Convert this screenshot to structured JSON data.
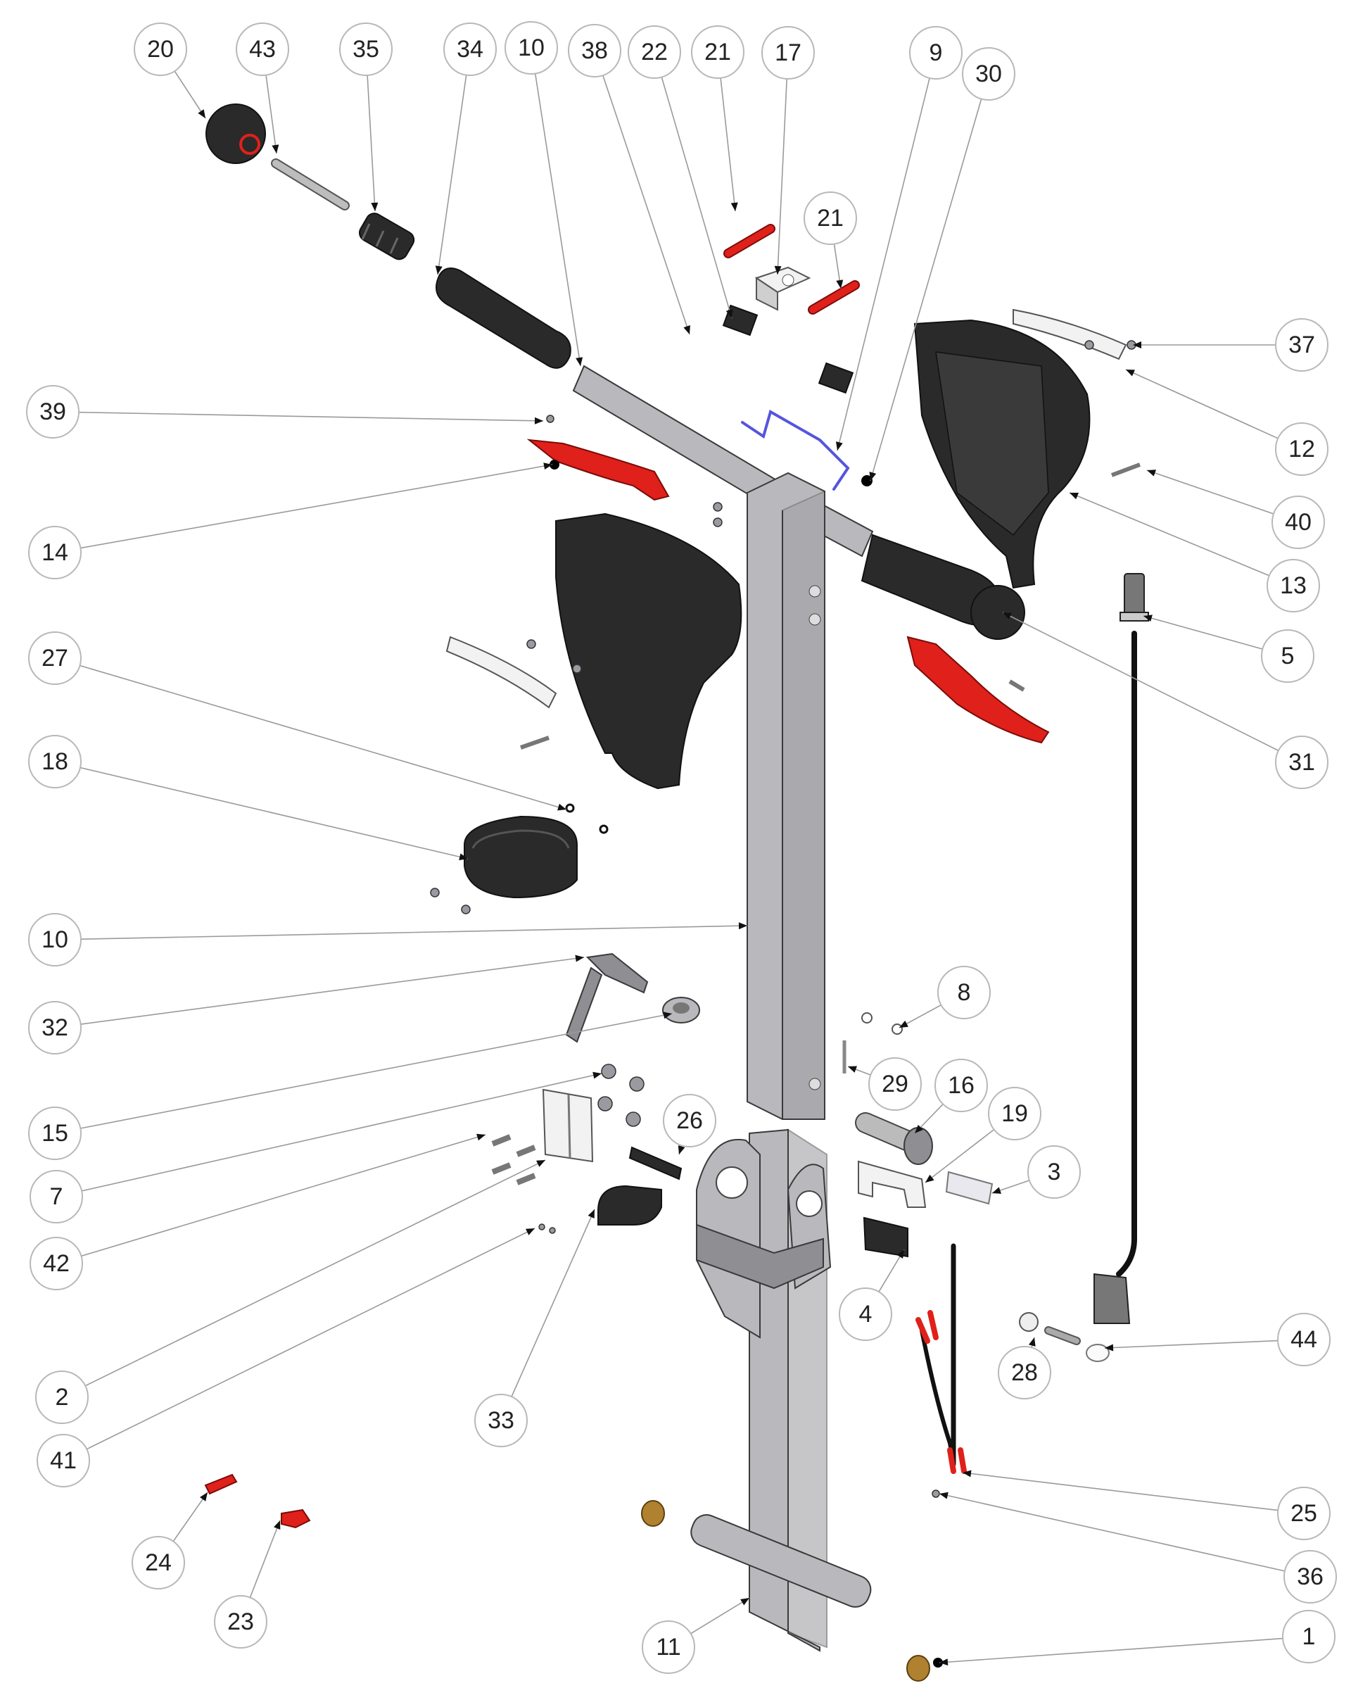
{
  "callouts": [
    {
      "label": "20",
      "target": "handle-knob-top"
    },
    {
      "label": "43",
      "target": "handle-rod"
    },
    {
      "label": "35",
      "target": "grip-spring"
    },
    {
      "label": "34",
      "target": "handle-grip-left"
    },
    {
      "label": "10",
      "target": "column-tube-top"
    },
    {
      "label": "38",
      "target": "switch-screws"
    },
    {
      "label": "22",
      "target": "microswitch"
    },
    {
      "label": "21",
      "target": "red-pin-left"
    },
    {
      "label": "17",
      "target": "switch-bracket"
    },
    {
      "label": "21",
      "target": "red-pin-right"
    },
    {
      "label": "9",
      "target": "wire-spring"
    },
    {
      "label": "30",
      "target": "ball-detent"
    },
    {
      "label": "37",
      "target": "cover-screw-top"
    },
    {
      "label": "39",
      "target": "lever-screw"
    },
    {
      "label": "12",
      "target": "trim-strip-right"
    },
    {
      "label": "40",
      "target": "cover-screw-side"
    },
    {
      "label": "14",
      "target": "brake-lever-left"
    },
    {
      "label": "13",
      "target": "handle-cover-right"
    },
    {
      "label": "5",
      "target": "proximity-sensor"
    },
    {
      "label": "27",
      "target": "o-rings"
    },
    {
      "label": "31",
      "target": "handle-knob-right"
    },
    {
      "label": "18",
      "target": "strap-clamp"
    },
    {
      "label": "10",
      "target": "column-tube"
    },
    {
      "label": "8",
      "target": "washers"
    },
    {
      "label": "32",
      "target": "clamp-lever"
    },
    {
      "label": "29",
      "target": "dowel-pin"
    },
    {
      "label": "16",
      "target": "pivot-pin"
    },
    {
      "label": "15",
      "target": "flange-nut"
    },
    {
      "label": "26",
      "target": "rubber-strip"
    },
    {
      "label": "19",
      "target": "u-bracket"
    },
    {
      "label": "3",
      "target": "label-plate"
    },
    {
      "label": "7",
      "target": "hinge-nuts"
    },
    {
      "label": "42",
      "target": "hinge-bolts"
    },
    {
      "label": "4",
      "target": "switch-block"
    },
    {
      "label": "44",
      "target": "end-cap"
    },
    {
      "label": "28",
      "target": "sensor-pin"
    },
    {
      "label": "2",
      "target": "hinge"
    },
    {
      "label": "33",
      "target": "pipe-clamp"
    },
    {
      "label": "41",
      "target": "small-screws"
    },
    {
      "label": "25",
      "target": "cable-harness"
    },
    {
      "label": "36",
      "target": "set-screw"
    },
    {
      "label": "24",
      "target": "red-connector"
    },
    {
      "label": "23",
      "target": "red-clip"
    },
    {
      "label": "11",
      "target": "base-frame"
    },
    {
      "label": "1",
      "target": "bronze-bushing"
    }
  ]
}
